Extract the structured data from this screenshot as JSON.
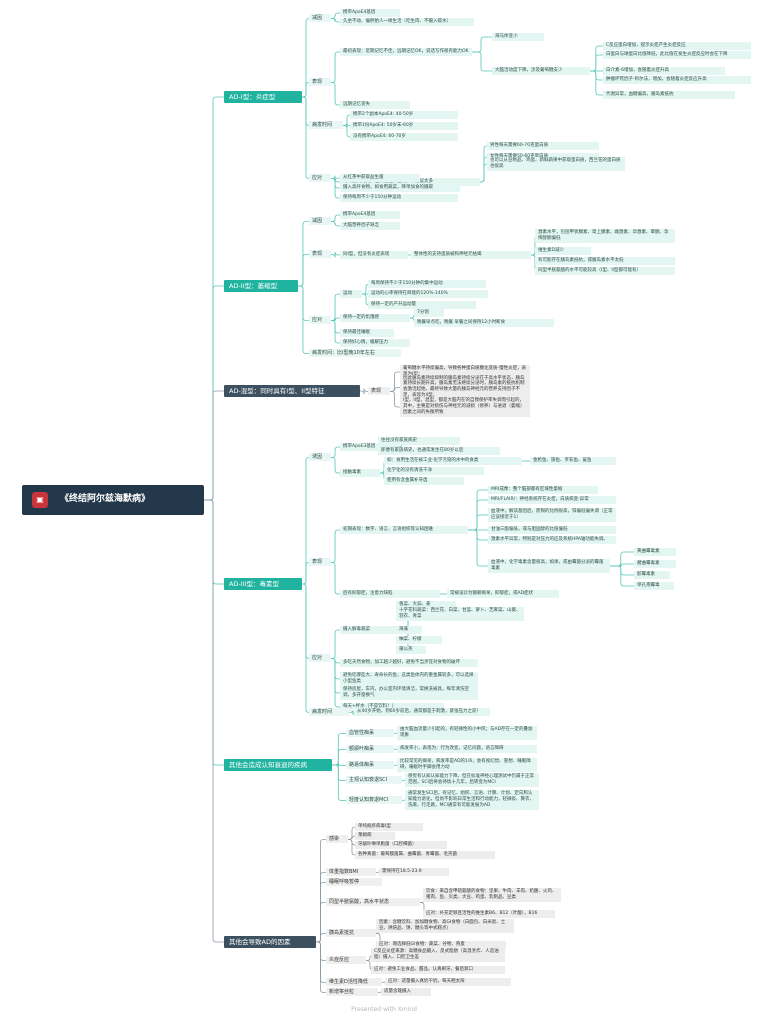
{
  "colors": {
    "root": "#23384a",
    "branch_teal": "#20b39f",
    "branch_dark": "#3c5060",
    "link_teal": "#56c7b6",
    "link_dark": "#8a9aa6"
  },
  "footer": "Presented with Xmind",
  "mindmap": {
    "id": "root",
    "text": "《终结阿尔兹海默病》",
    "icon": "book-icon",
    "children": [
      {
        "id": "b1",
        "text": "AD-I型：炎症型",
        "children": [
          {
            "id": "b1a",
            "text": "减因",
            "children": [
              {
                "id": "b1a1",
                "text": "携带ApoE4基因"
              },
              {
                "id": "b1a2",
                "text": "久坐不动、偏胖胎人一样生活（吃生肉、不摄入碳水）"
              }
            ]
          },
          {
            "id": "b1b",
            "text": "表现",
            "children": [
              {
                "id": "b1b1",
                "text": "最初表现：近期记忆不佳，远期记忆OK，说话写作很有能力OK",
                "children": [
                  {
                    "id": "b1b1a",
                    "text": "海马体变小"
                  },
                  {
                    "id": "b1b1b",
                    "text": "大脑活动度下降，涉及葡萄糖支少",
                    "children": [
                      {
                        "id": "b1b1b1",
                        "text": "C反应蛋白增加，提示炎症产生炎症反应"
                      },
                      {
                        "id": "b1b1b2",
                        "text": "白蛋白与球蛋白比值降低，此比值在发生炎症反应时会在下降"
                      },
                      {
                        "id": "b1b1b3",
                        "text": "白介素-6增加，会随着炎症升高"
                      },
                      {
                        "id": "b1b1b4",
                        "text": "肿瘤坏死因子-阿尔法，增加，会随着炎症反应升高"
                      },
                      {
                        "id": "b1b1b5",
                        "text": "代谢异常，血糖偏高，胰岛素抵抗"
                      }
                    ]
                  }
                ]
              },
              {
                "id": "b1b2",
                "text": "远期记忆丧失"
              }
            ]
          },
          {
            "id": "b1c",
            "text": "病发时间",
            "children": [
              {
                "id": "b1c1",
                "text": "携带2个副本ApoE4: 40-50岁"
              },
              {
                "id": "b1c2",
                "text": "携带1份ApoE4: 50岁末-60岁"
              },
              {
                "id": "b1c3",
                "text": "没有携带ApoE4: 60-70岁"
              }
            ]
          },
          {
            "id": "b1d",
            "text": "应对",
            "children": [
              {
                "id": "b1d1",
                "text": "每日摄入肉类，但只能选择瘦肉，不建议太多",
                "children": [
                  {
                    "id": "b1d1a",
                    "text": "男性每天需要60-70克蛋白质"
                  },
                  {
                    "id": "b1d1b",
                    "text": "女性每天需要50-60克蛋白质"
                  },
                  {
                    "id": "b1d1c",
                    "text": "也可以从豆制品、鸡蛋、新鲜蔬果中获取蛋白质，西兰花的蛋白质也很高"
                  }
                ]
              },
              {
                "id": "b1d2",
                "text": "从红茶中获取益生菌"
              },
              {
                "id": "b1d3",
                "text": "摄入高纤食物，如食用蔬菜，降单加食的摄取"
              },
              {
                "id": "b1d4",
                "text": "保持每周不少于150分钟运动"
              }
            ]
          }
        ]
      },
      {
        "id": "b2",
        "text": "AD-II型：萎缩型",
        "children": [
          {
            "id": "b2a",
            "text": "减因",
            "children": [
              {
                "id": "b2a1",
                "text": "携带ApoE4基因"
              },
              {
                "id": "b2a2",
                "text": "大脑营养因子缺乏"
              }
            ]
          },
          {
            "id": "b2b",
            "text": "表现",
            "children": [
              {
                "id": "b2b1",
                "text": "同I型，但没有炎症表现",
                "children": [
                  {
                    "id": "b2b1a",
                    "text": "整体性的支持蛋质被和神经元枯竭",
                    "children": [
                      {
                        "id": "b2b1a1",
                        "text": "激素水平，包括甲状腺素、肾上腺素、雌激素、孕激素、睾酮、孕烯醇酮偏低"
                      },
                      {
                        "id": "b2b1a2",
                        "text": "维生素D减少"
                      },
                      {
                        "id": "b2b1a3",
                        "text": "有可能存在胰岛素抵抗，或胰岛素水平太低"
                      },
                      {
                        "id": "b2b1a4",
                        "text": "同型半胱氨酸的水平可能较高（I型、II型都可能有）"
                      }
                    ]
                  }
                ]
              }
            ]
          },
          {
            "id": "b2c",
            "text": "应对",
            "children": [
              {
                "id": "b2c1",
                "text": "运动",
                "children": [
                  {
                    "id": "b2c1a",
                    "text": "每周保持不少于150分钟的集中运动"
                  },
                  {
                    "id": "b2c1b",
                    "text": "运动的心率保持在目能的120%-140%"
                  },
                  {
                    "id": "b2c1c",
                    "text": "保持一定的产升运动量"
                  }
                ]
              },
              {
                "id": "b2c2",
                "text": "保持一定的饥饿感",
                "children": [
                  {
                    "id": "b2c2a",
                    "text": "7分饱"
                  },
                  {
                    "id": "b2c2b",
                    "text": "晚餐早点吃，晚餐 早餐之间保持12小时断食"
                  }
                ]
              },
              {
                "id": "b2c3",
                "text": "保持最佳睡眠"
              },
              {
                "id": "b2c4",
                "text": "保持好心情，缓解压力"
              }
            ]
          },
          {
            "id": "b2d",
            "text": "病发时间：比I型晚10年左右"
          }
        ]
      },
      {
        "id": "b3",
        "text": "AD-混型：同时具有I型、II型特征",
        "dark": true,
        "children": [
          {
            "id": "b3a",
            "text": "表现",
            "grey": true,
            "children": [
              {
                "id": "b3a1",
                "text": "葡萄糖水平持续偏高，导致各种蛋白质糖化变质-慢性炎症，表现为I型；",
                "grey": true
              },
              {
                "id": "b3a2",
                "text": "因此胰岛素持续抑制的胰岛素持续分泌在于高水平状态，胰岛素持续长期升高，胰岛素无法继续分泌时，胰岛素的抵抗机制会激活起始，最终导致大量的胰岛神经元的营养支持因子不足，表现为II型。",
                "grey": true
              },
              {
                "id": "b3a3",
                "text": "I型，II型、混型，都是大脑内在的自我保护率失调而引起的，其中，主要是对损伤与神经元的减损（修养）与进退（萎缩）因素之间的失衡所致",
                "grey": true
              }
            ]
          }
        ]
      },
      {
        "id": "b4",
        "text": "AD-III型：毒素型",
        "children": [
          {
            "id": "b4a",
            "text": "诱因",
            "children": [
              {
                "id": "b4a1",
                "text": "携带ApoE3基因",
                "children": [
                  {
                    "id": "b4a1a",
                    "text": "往往没有家族病史"
                  },
                  {
                    "id": "b4a1b",
                    "text": "即便有家族病史，也通常发生在80岁以后"
                  }
                ]
              },
              {
                "id": "b4a2",
                "text": "接触毒素",
                "children": [
                  {
                    "id": "b4a2a",
                    "text": "如：食用生活在被工业·化学污染的水中的食类",
                    "children": [
                      {
                        "id": "b4a2a1",
                        "text": "金枪鱼、旗鱼、罗非鱼、鲨鱼"
                      }
                    ]
                  },
                  {
                    "id": "b4a2b",
                    "text": "化学化的没有清洗干净"
                  },
                  {
                    "id": "b4a2c",
                    "text": "使用有含金属补牙齿"
                  }
                ]
              }
            ]
          },
          {
            "id": "b4b",
            "text": "表现",
            "children": [
              {
                "id": "b4b1",
                "text": "初期表现：数字、语言、言语组织等认知困难",
                "children": [
                  {
                    "id": "b4b1a",
                    "text": "MRI成像：整个脑部都有区域性萎缩"
                  },
                  {
                    "id": "b4b1b",
                    "text": "MRI/FLAIR/：神经系统存在炎症，白质病变-异常"
                  },
                  {
                    "id": "b4b1c",
                    "text": "血液中，解读基因后，而铜的比例很高，锌偏低偏失调（正常应该接近于1）"
                  },
                  {
                    "id": "b4b1d",
                    "text": "甘油三酯偏低，或与胆固醇的比值偏低"
                  },
                  {
                    "id": "b4b1e",
                    "text": "激素水平异常，特别是对压力的应及系统HPA轴功能失调。"
                  },
                  {
                    "id": "b4b1f",
                    "text": "血液中，化学毒素含量很高，如汞，或由霉菌分泌的霉菌毒素",
                    "children": [
                      {
                        "id": "b4b1f1",
                        "text": "黄曲霉毒素"
                      },
                      {
                        "id": "b4b1f2",
                        "text": "赭曲霉毒素"
                      },
                      {
                        "id": "b4b1f3",
                        "text": "胶霉毒素"
                      },
                      {
                        "id": "b4b1f4",
                        "text": "单孔孢霉毒"
                      }
                    ]
                  }
                ]
              },
              {
                "id": "b4b2",
                "text": "后有抑郁症，注意力缺陷",
                "children": [
                  {
                    "id": "b4b2a",
                    "text": "常被误诊为额颞痴呆，抑郁症，或AD症状"
                  }
                ]
              }
            ]
          },
          {
            "id": "b4c",
            "text": "应对",
            "children": [
              {
                "id": "b4c1",
                "text": "摄入解毒蔬菜",
                "children": [
                  {
                    "id": "b4c1a",
                    "text": "香菜、大蒜、姜"
                  },
                  {
                    "id": "b4c1b",
                    "text": "十字花科蔬菜：西兰花、白菜、甘蓝、萝卜、芝麻菜、山葵、羽衣、青菜"
                  },
                  {
                    "id": "b4c1c",
                    "text": "海藻"
                  },
                  {
                    "id": "b4c1d",
                    "text": "柚菜、柠檬"
                  },
                  {
                    "id": "b4c1e",
                    "text": "蒲公英"
                  }
                ]
              },
              {
                "id": "b4c2",
                "text": "多吃天然食物，加工越少越好，避免不当烹饪对食物的破坏"
              },
              {
                "id": "b4c3",
                "text": "避免吃哪些大、寿命长的鱼，这类鱼体内的重金属较多，可以选择小型鱼类"
              },
              {
                "id": "b4c4",
                "text": "保持房屋，车内，办公室内环境清洁，常换洗被具，每年清洗空调，多开窗换气"
              },
              {
                "id": "b4c5",
                "text": "每天+杯水（不是饮料！）"
              }
            ]
          },
          {
            "id": "b4d",
            "text": "病发时间",
            "children": [
              {
                "id": "b4d1",
                "text": "从40岁开始，到60岁前后，通常都是于刺激，紧张压力之前！"
              }
            ]
          }
        ]
      },
      {
        "id": "b5",
        "text": "其他会造成认知衰退的疾病",
        "children": [
          {
            "id": "b5a",
            "text": "血管性痴呆",
            "children": [
              {
                "id": "b5a1",
                "text": "由大脑血流量少引起的，有轻微性的小中风；与AD存在一定的叠加现象"
              }
            ]
          },
          {
            "id": "b5b",
            "text": "额颞叶痴呆",
            "children": [
              {
                "id": "b5b1",
                "text": "病发率小，表现为：行为改变，记忆问题，语言障碍"
              }
            ]
          },
          {
            "id": "b5c",
            "text": "路易体痴呆",
            "children": [
              {
                "id": "b5c1",
                "text": "比较常见的痴呆，病发率是AD的1/6，会有视幻觉、妄想、睡眠障碍，睡眠时手脚会用力动"
              }
            ]
          },
          {
            "id": "b5d",
            "text": "主观认知衰退SCI",
            "children": [
              {
                "id": "b5d1",
                "text": "感觉有认知认知能力下降，但在标准神经心理测试中仍属于正常范围，SCI后将会持续十几年，后转变为MCI"
              }
            ]
          },
          {
            "id": "b5e",
            "text": "轻度认知衰退MCI",
            "children": [
              {
                "id": "b5e1",
                "text": "通常发生SCI后，有记忆、组织、言语、计算、计划、定向和认知能力退化，但尚不影响日常生活和行动能力，轻微吸、算衣、洗漱、行走路，MCI通常有可能发展为AD"
              }
            ]
          }
        ]
      },
      {
        "id": "b6",
        "text": "其他会导致AD的因素",
        "dark": true,
        "children": [
          {
            "id": "b6a",
            "text": "感染",
            "grey": true,
            "children": [
              {
                "id": "b6a1",
                "text": "单纯疱疹病毒I型",
                "grey": true
              },
              {
                "id": "b6a2",
                "text": "莱姆病",
                "grey": true
              },
              {
                "id": "b6a3",
                "text": "牙龈卟啉单胞菌（口腔细菌）",
                "grey": true
              },
              {
                "id": "b6a4",
                "text": "各种真菌：葡萄膜菌属、曲霉菌、青霉菌、毛壳菌",
                "grey": true
              }
            ]
          },
          {
            "id": "b6b",
            "text": "体重指数BMI",
            "grey": true,
            "children": [
              {
                "id": "b6b1",
                "text": "需保持在18.5-23.9",
                "grey": true
              }
            ]
          },
          {
            "id": "b6c",
            "text": "睡眠呼吸暂停",
            "grey": true
          },
          {
            "id": "b6d",
            "text": "同型半胱氨酸，高水平状态",
            "grey": true,
            "children": [
              {
                "id": "b6d1",
                "text": "饮食：来自含甲硫氨酸的食物：坚果、牛肉、羊肉、奶酪、火鸡、猪肉、鱼、贝类、大豆、鸡蛋、乳制品、豆类",
                "grey": true
              },
              {
                "id": "b6d2",
                "text": "应对：补充足够且活性的维生素B6、B12（叶酸），B16",
                "grey": true
              }
            ]
          },
          {
            "id": "b6e",
            "text": "胰岛素抵抗",
            "grey": true,
            "children": [
              {
                "id": "b6e1",
                "text": "因素：含糖饮料、加加糖食物、高GI食物（白面包、白米饭、土豆、烘焙品、饼、糖头等中式糕点）",
                "grey": true
              },
              {
                "id": "b6e2",
                "text": "应对：增选择低GI食物：蔬菜、谷物、燕麦",
                "grey": true
              }
            ]
          },
          {
            "id": "b6f",
            "text": "炎症反应",
            "grey": true,
            "children": [
              {
                "id": "b6f1",
                "text": "C反应炎症来源：高糖食品摄入、反式脂肪（高温烹炸、人造油脂）摄入、口腔卫生差",
                "grey": true
              },
              {
                "id": "b6f2",
                "text": "应对：避免工业食品、甜品，认真刷牙，餐后漱口",
                "grey": true
              }
            ]
          },
          {
            "id": "b6g",
            "text": "维生素D活性降低",
            "grey": true,
            "children": [
              {
                "id": "b6g1",
                "text": "应对：适量摄入真奶干奶，每天晒太阳",
                "grey": true
              }
            ]
          },
          {
            "id": "b6h",
            "text": "新增睾丝粒",
            "grey": true,
            "children": [
              {
                "id": "b6h1",
                "text": "适量含雄摄入",
                "grey": true
              }
            ]
          }
        ]
      }
    ]
  }
}
